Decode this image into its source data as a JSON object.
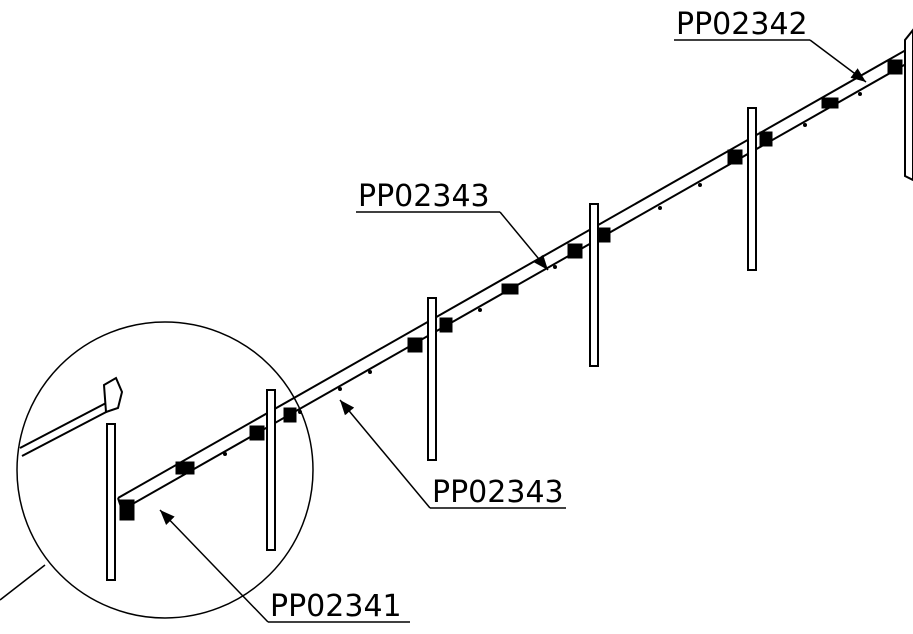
{
  "labels": {
    "top_right": "PP02342",
    "upper_middle": "PP02343",
    "lower_middle": "PP02343",
    "bottom": "PP02341"
  }
}
